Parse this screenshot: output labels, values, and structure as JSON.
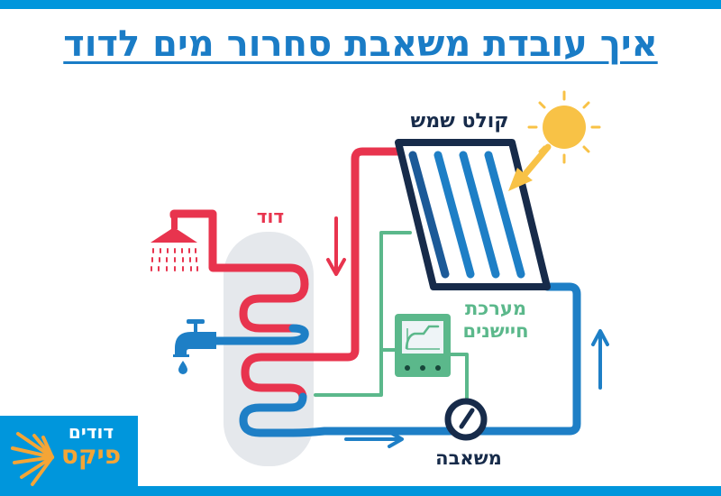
{
  "header": {
    "title": "איך עובדת משאבת סחרור מים לדוד"
  },
  "diagram": {
    "labels": {
      "solar_collector": "קולט שמש",
      "boiler": "דוד",
      "sensor_system_line1": "מערכת",
      "sensor_system_line2": "חיישנים",
      "pump": "משאבה"
    },
    "components": [
      {
        "name": "sun",
        "icon": "sun-icon"
      },
      {
        "name": "solar_collector",
        "icon": "solar-panel-icon"
      },
      {
        "name": "boiler",
        "icon": "boiler-tank-icon"
      },
      {
        "name": "shower",
        "icon": "shower-head-icon"
      },
      {
        "name": "faucet",
        "icon": "faucet-icon"
      },
      {
        "name": "sensor_controller",
        "icon": "controller-icon"
      },
      {
        "name": "pump",
        "icon": "gauge-icon"
      }
    ],
    "flow_arrows": [
      {
        "direction": "down",
        "color": "hot"
      },
      {
        "direction": "right",
        "color": "cold"
      },
      {
        "direction": "up",
        "color": "cold"
      }
    ],
    "colors": {
      "hot_pipe": "#E8344E",
      "cold_pipe": "#1E7FC6",
      "sensor_line": "#5BB88B",
      "collector_frame": "#172B4A",
      "sun": "#F8C246",
      "tank": "#E5E8EC",
      "brand_blue": "#0096DC"
    }
  },
  "logo": {
    "line1": "דודים",
    "line2": "פיקס",
    "accent": "#F4A536"
  }
}
